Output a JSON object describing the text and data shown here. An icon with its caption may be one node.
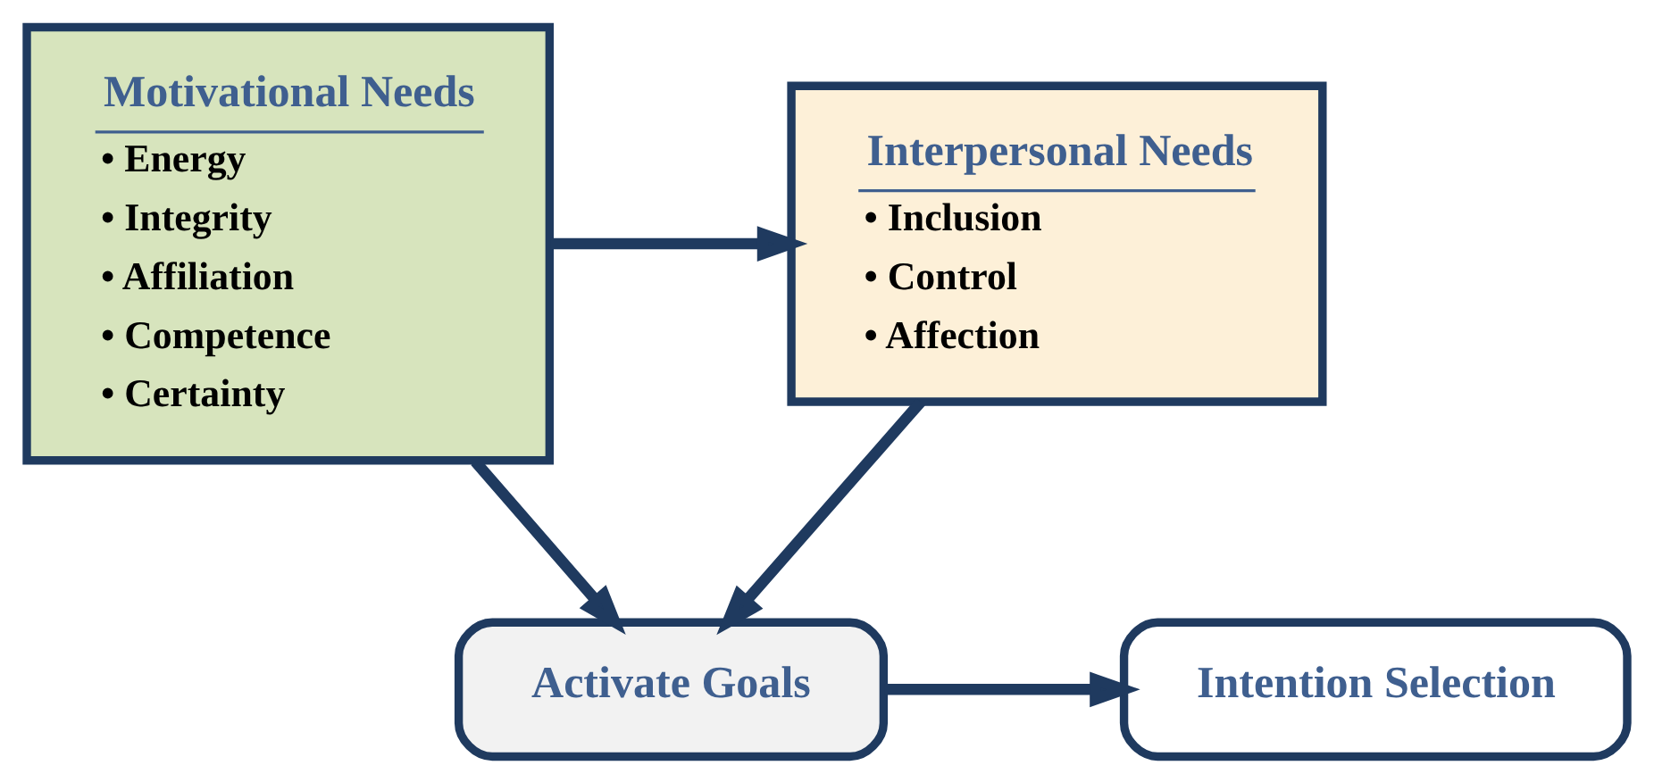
{
  "diagram": {
    "nodes": [
      {
        "text": [
          "Motivational Needs",
          "• Energy",
          "• Integrity",
          "• Affiliation",
          "• Competence",
          "• Certainty"
        ]
      },
      {
        "text": [
          "Interpersonal Needs",
          "• Inclusion",
          "• Control",
          "• Affection"
        ]
      },
      {
        "text": [
          "Activate Goals"
        ]
      },
      {
        "text": [
          "Intention Selection"
        ]
      }
    ],
    "edges": [
      {
        "from": 0,
        "to": 1,
        "arrow": "to"
      },
      {
        "from": 0,
        "to": 2,
        "arrow": "to"
      },
      {
        "from": 1,
        "to": 2,
        "arrow": "to"
      },
      {
        "from": 2,
        "to": 3,
        "arrow": "to"
      }
    ]
  }
}
